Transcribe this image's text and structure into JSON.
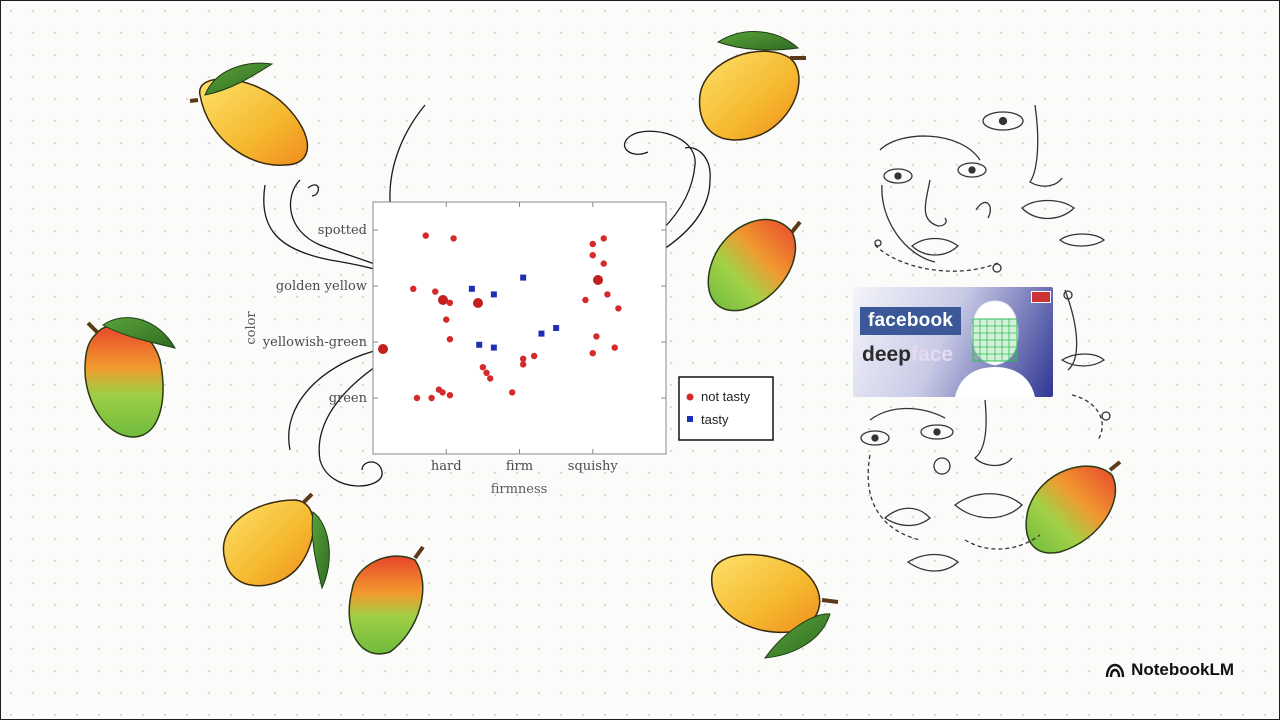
{
  "brand": {
    "name": "NotebookLM",
    "icon": "notebooklm-logo-icon"
  },
  "facebook_card": {
    "title": "facebook",
    "deep_a": "deep",
    "deep_b": "face"
  },
  "colors": {
    "not_tasty": "#d42a2a",
    "tasty": "#1f2fb5",
    "mango_yellow": "#f5b82e",
    "mango_green": "#7cc242",
    "mango_red": "#e8452c"
  },
  "chart_data": {
    "type": "scatter",
    "title": "",
    "xlabel": "firmness",
    "ylabel": "color",
    "x_ticks": [
      "hard",
      "firm",
      "squishy"
    ],
    "y_ticks": [
      "green",
      "yellowish-green",
      "golden yellow",
      "spotted"
    ],
    "xlim": [
      0,
      4
    ],
    "ylim": [
      0,
      4.5
    ],
    "grid": false,
    "legend_position": "right-outside",
    "series": [
      {
        "name": "not tasty",
        "marker": "circle",
        "points": [
          [
            0.72,
            3.9
          ],
          [
            1.1,
            3.85
          ],
          [
            0.85,
            2.9
          ],
          [
            1.05,
            2.7
          ],
          [
            1.0,
            2.4
          ],
          [
            1.05,
            2.05
          ],
          [
            0.95,
            1.1
          ],
          [
            0.8,
            1.0
          ],
          [
            0.9,
            1.15
          ],
          [
            1.5,
            1.55
          ],
          [
            1.55,
            1.45
          ],
          [
            1.6,
            1.35
          ],
          [
            1.9,
            1.1
          ],
          [
            2.05,
            1.6
          ],
          [
            2.05,
            1.7
          ],
          [
            2.2,
            1.75
          ],
          [
            3.0,
            3.55
          ],
          [
            3.15,
            3.85
          ],
          [
            3.0,
            3.75
          ],
          [
            3.15,
            3.4
          ],
          [
            3.2,
            2.85
          ],
          [
            2.9,
            2.75
          ],
          [
            3.05,
            2.1
          ],
          [
            3.0,
            1.8
          ],
          [
            3.3,
            1.9
          ],
          [
            3.35,
            2.6
          ],
          [
            0.55,
            2.95
          ],
          [
            0.6,
            1.0
          ],
          [
            1.05,
            1.05
          ]
        ]
      },
      {
        "name": "tasty",
        "marker": "square",
        "points": [
          [
            1.35,
            2.95
          ],
          [
            1.65,
            2.85
          ],
          [
            2.05,
            3.15
          ],
          [
            1.45,
            1.95
          ],
          [
            1.65,
            1.9
          ],
          [
            2.3,
            2.15
          ],
          [
            2.5,
            2.25
          ]
        ]
      }
    ]
  }
}
